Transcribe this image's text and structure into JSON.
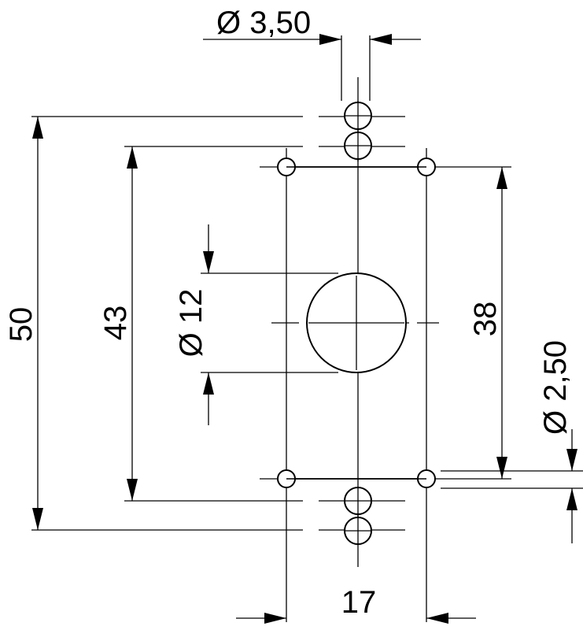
{
  "dimensions": {
    "hole_diameter_top": "Ø 3,50",
    "overall_height": "50",
    "slot_span": "43",
    "center_hole_diameter": "Ø 12",
    "mount_hole_spacing_vertical": "38",
    "mount_hole_diameter": "Ø 2,50",
    "mount_hole_spacing_horizontal": "17"
  },
  "colors": {
    "line": "#000000",
    "background": "#ffffff"
  }
}
